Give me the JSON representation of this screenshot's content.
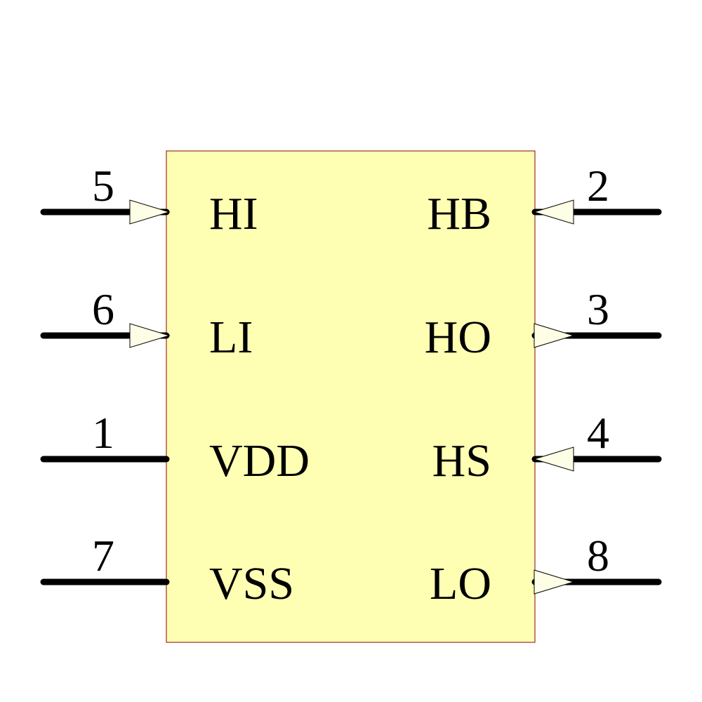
{
  "colors": {
    "body_fill": "#ffffb3",
    "body_stroke": "#8b0000",
    "pin_stroke": "#000000",
    "arrow_fill": "#fefee6"
  },
  "component": {
    "left_pins": [
      {
        "number": "5",
        "name": "HI",
        "direction": "input"
      },
      {
        "number": "6",
        "name": "LI",
        "direction": "input"
      },
      {
        "number": "1",
        "name": "VDD",
        "direction": "passive"
      },
      {
        "number": "7",
        "name": "VSS",
        "direction": "passive"
      }
    ],
    "right_pins": [
      {
        "number": "2",
        "name": "HB",
        "direction": "input"
      },
      {
        "number": "3",
        "name": "HO",
        "direction": "output"
      },
      {
        "number": "4",
        "name": "HS",
        "direction": "input"
      },
      {
        "number": "8",
        "name": "LO",
        "direction": "output"
      }
    ]
  }
}
